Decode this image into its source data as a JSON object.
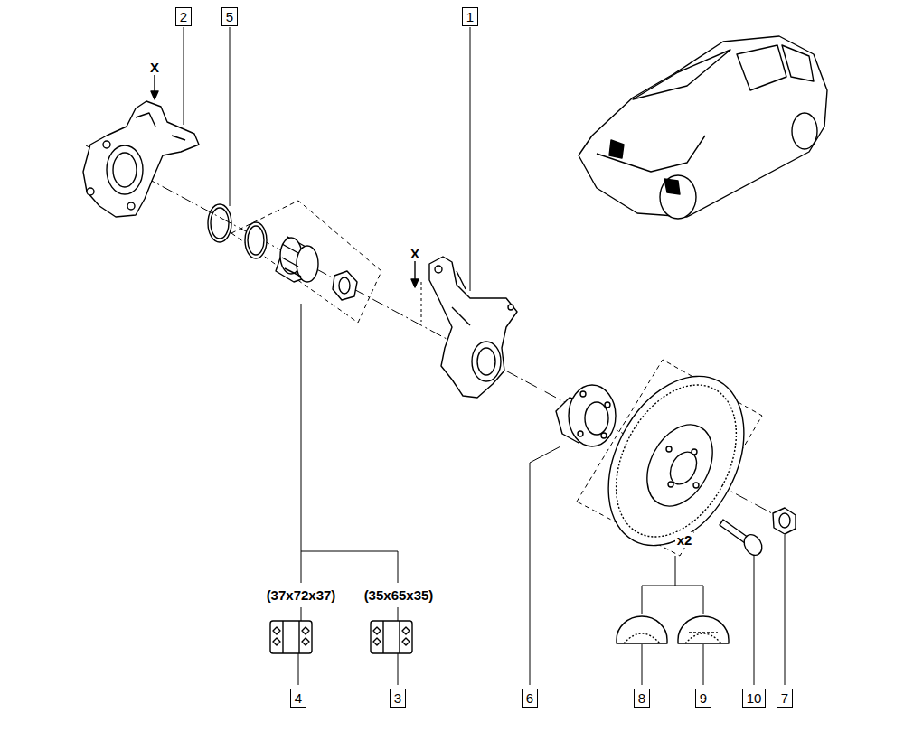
{
  "diagram": {
    "labels": [
      "2",
      "5",
      "1",
      "X",
      "X",
      "(37x72x37)",
      "(35x65x35)",
      "x2",
      "4",
      "3",
      "6",
      "8",
      "9",
      "10",
      "7"
    ]
  }
}
